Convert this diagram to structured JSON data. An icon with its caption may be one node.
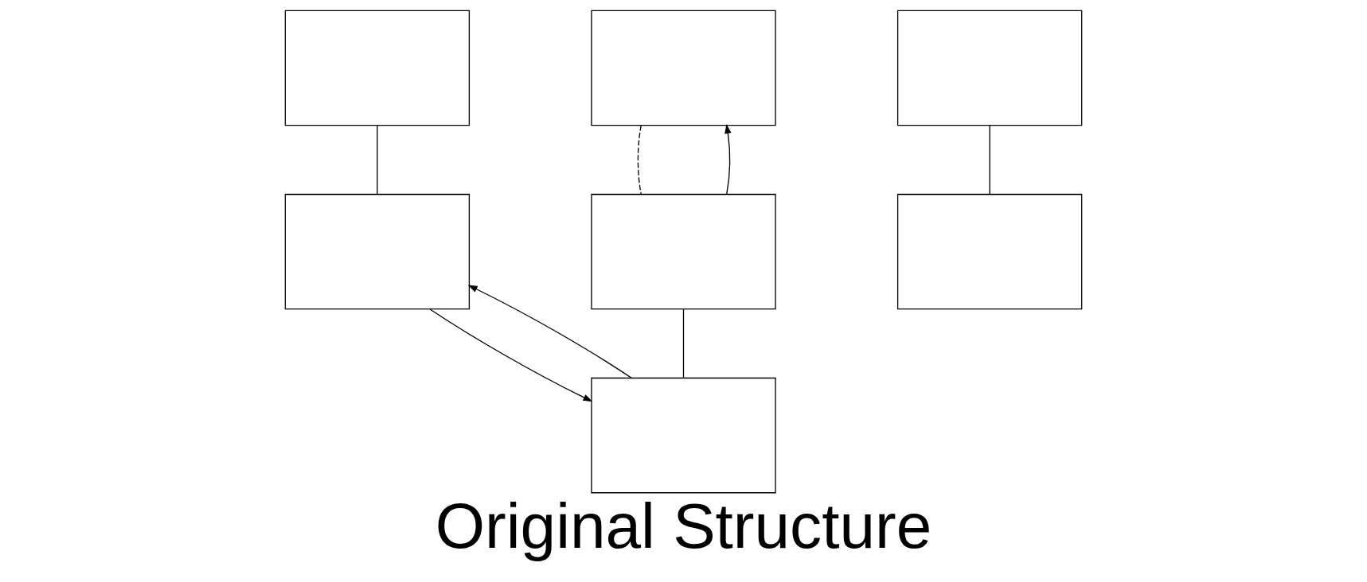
{
  "diagram": {
    "title": "Original Structure",
    "nodes": [
      {
        "text": [],
        "shape": "box"
      },
      {
        "text": [],
        "shape": "box"
      },
      {
        "text": [],
        "shape": "box"
      },
      {
        "text": [],
        "shape": "box"
      },
      {
        "text": [],
        "shape": "box"
      },
      {
        "text": [],
        "shape": "box"
      },
      {
        "text": [],
        "shape": "box"
      }
    ],
    "edges": [
      {
        "from": 0,
        "to": 1,
        "arrow": "none"
      },
      {
        "from": 2,
        "to": 3,
        "arrow": "none",
        "style": "dashed"
      },
      {
        "from": 3,
        "to": 4,
        "arrow": "none"
      },
      {
        "from": 5,
        "to": 6,
        "arrow": "none"
      },
      {
        "from": 1,
        "to": 4,
        "arrow": "to"
      },
      {
        "from": 4,
        "to": 1,
        "arrow": "to"
      },
      {
        "from": 3,
        "to": 2,
        "arrow": "to"
      }
    ]
  }
}
